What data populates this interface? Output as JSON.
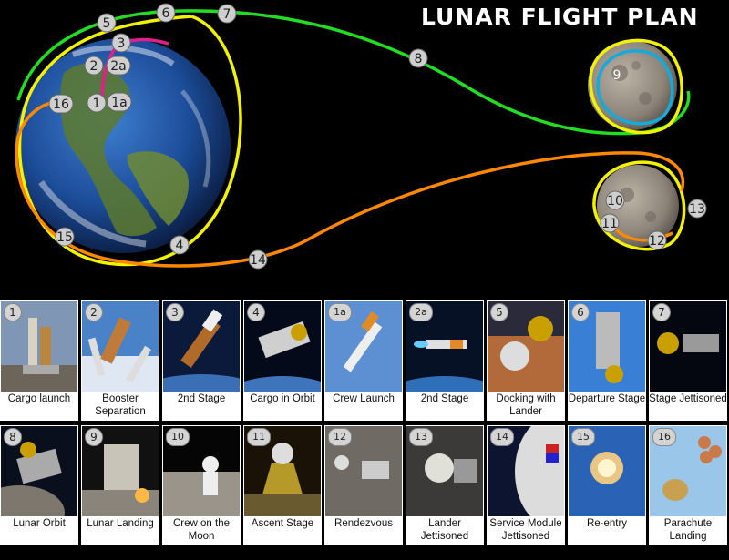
{
  "title": "LUNAR FLIGHT PLAN",
  "diagram_labels": [
    "5",
    "6",
    "7",
    "3",
    "2",
    "2a",
    "16",
    "1",
    "1a",
    "8",
    "9",
    "10",
    "11",
    "12",
    "13",
    "15",
    "4",
    "14"
  ],
  "row1": [
    {
      "num": "1",
      "caption": "Cargo launch"
    },
    {
      "num": "2",
      "caption": "Booster Separation"
    },
    {
      "num": "3",
      "caption": "2nd Stage"
    },
    {
      "num": "4",
      "caption": "Cargo in Orbit"
    },
    {
      "num": "1a",
      "caption": "Crew Launch"
    },
    {
      "num": "2a",
      "caption": "2nd Stage"
    },
    {
      "num": "5",
      "caption": "Docking with Lander"
    },
    {
      "num": "6",
      "caption": "Departure Stage"
    },
    {
      "num": "7",
      "caption": "Stage Jettisoned"
    }
  ],
  "row2": [
    {
      "num": "8",
      "caption": "Lunar Orbit"
    },
    {
      "num": "9",
      "caption": "Lunar Landing"
    },
    {
      "num": "10",
      "caption": "Crew on the Moon"
    },
    {
      "num": "11",
      "caption": "Ascent Stage"
    },
    {
      "num": "12",
      "caption": "Rendezvous"
    },
    {
      "num": "13",
      "caption": "Lander Jettisoned"
    },
    {
      "num": "14",
      "caption": "Service Module Jettisoned"
    },
    {
      "num": "15",
      "caption": "Re-entry"
    },
    {
      "num": "16",
      "caption": "Parachute Landing"
    }
  ],
  "colors": {
    "green": "#22dd22",
    "yellow": "#f2f200",
    "orange": "#ff8800",
    "magenta": "#e0208a",
    "cyan": "#14aadc"
  }
}
